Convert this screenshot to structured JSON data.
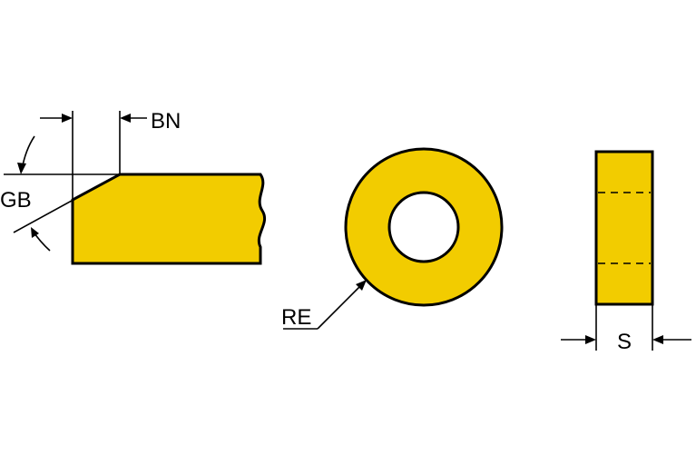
{
  "labels": {
    "bn": "BN",
    "gb": "GB",
    "re": "RE",
    "s": "S"
  },
  "colors": {
    "insert_fill": "#F2CC00",
    "outline": "#000000",
    "background": "#FFFFFF"
  }
}
